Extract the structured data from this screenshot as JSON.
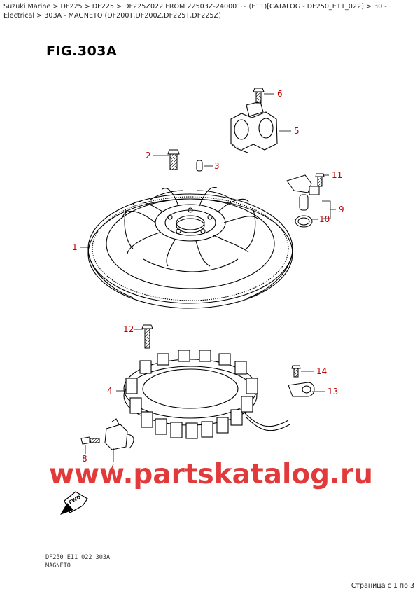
{
  "breadcrumb": "Suzuki Marine > DF225 > DF225 > DF225Z022 FROM 22503Z-240001~ (E11)[CATALOG - DF250_E11_022] > 30 - Electrical > 303A - MAGNETO (DF200T,DF200Z,DF225T,DF225Z)",
  "figure_title": "FIG.303A",
  "callouts": {
    "c1": "1",
    "c2": "2",
    "c3": "3",
    "c4": "4",
    "c5": "5",
    "c6": "6",
    "c7": "7",
    "c8": "8",
    "c9": "9",
    "c10": "10",
    "c11": "11",
    "c12": "12",
    "c13": "13",
    "c14": "14"
  },
  "fwd_label": "FWD",
  "watermark": "www.partskatalog.ru",
  "footer": {
    "code": "DF250_E11_022_303A",
    "name": "MAGNETO"
  },
  "page_counter": "Страница с 1 по 3",
  "colors": {
    "callout": "#c00000",
    "line": "#000000",
    "watermark": "#e23a3a"
  }
}
